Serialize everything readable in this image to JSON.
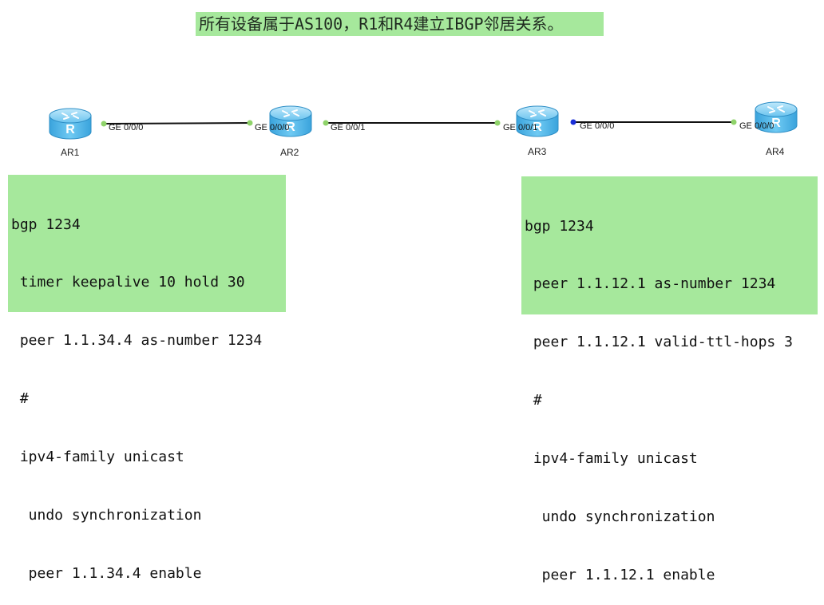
{
  "title": "所有设备属于AS100，R1和R4建立IBGP邻居关系。",
  "colors": {
    "highlight_bg": "#a6e89c",
    "router_body": "#58b9ec",
    "link_line": "#111111",
    "port_green": "#8fd36a",
    "port_blue": "#1a2fd8"
  },
  "routers": [
    {
      "name": "AR1",
      "icon": "router-icon"
    },
    {
      "name": "AR2",
      "icon": "router-icon"
    },
    {
      "name": "AR3",
      "icon": "router-icon"
    },
    {
      "name": "AR4",
      "icon": "router-icon"
    }
  ],
  "interfaces": {
    "ar1_right": "GE 0/0/0",
    "ar2_left": "GE 0/0/0",
    "ar2_right": "GE 0/0/1",
    "ar3_left": "GE 0/0/1",
    "ar3_right": "GE 0/0/0",
    "ar4_left": "GE 0/0/0"
  },
  "config_left": [
    "bgp 1234",
    " timer keepalive 10 hold 30",
    " peer 1.1.34.4 as-number 1234",
    " #",
    " ipv4-family unicast",
    "  undo synchronization",
    "  peer 1.1.34.4 enable"
  ],
  "config_right": [
    "bgp 1234",
    " peer 1.1.12.1 as-number 1234",
    " peer 1.1.12.1 valid-ttl-hops 3",
    " #",
    " ipv4-family unicast",
    "  undo synchronization",
    "  peer 1.1.12.1 enable"
  ]
}
